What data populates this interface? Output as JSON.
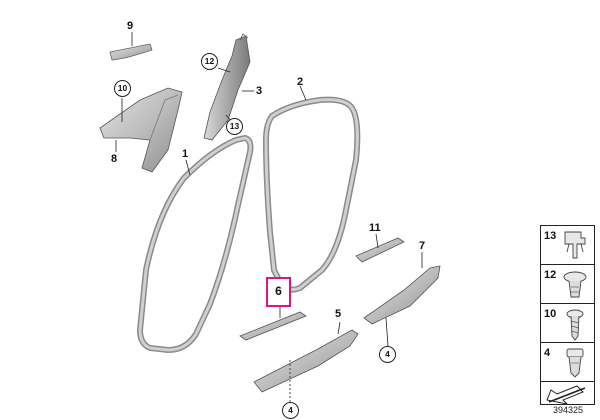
{
  "callouts": {
    "n9": "9",
    "n10": "10",
    "n8": "8",
    "n12": "12",
    "n3": "3",
    "n13": "13",
    "n2": "2",
    "n1": "1",
    "n11": "11",
    "n7": "7",
    "n6": "6",
    "n5": "5",
    "n4a": "4",
    "n4b": "4"
  },
  "legend": {
    "items": [
      "13",
      "12",
      "10",
      "4"
    ]
  },
  "reference_number": "394325"
}
